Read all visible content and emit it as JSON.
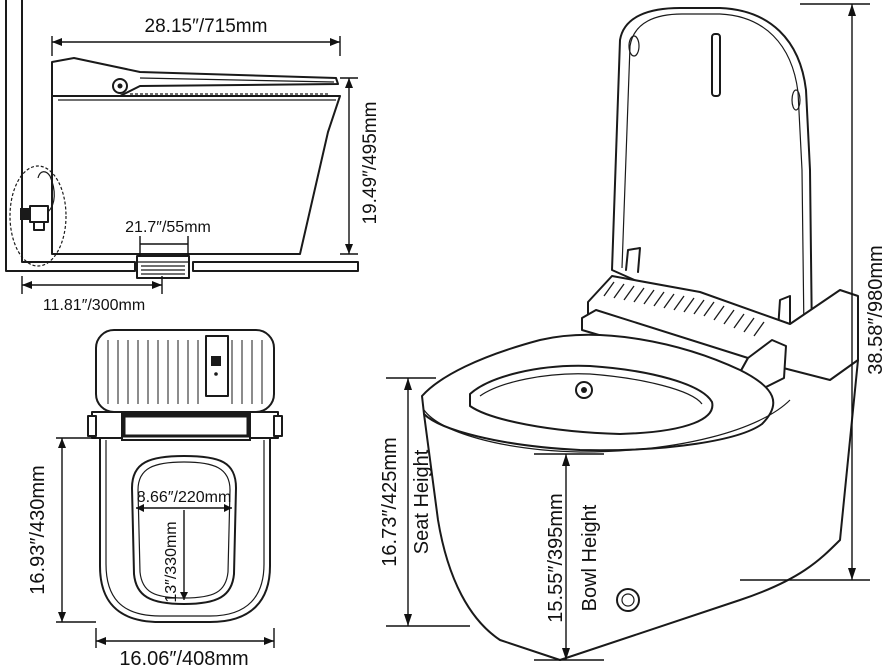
{
  "side_view": {
    "length_label": "28.15″/715mm",
    "height_label": "19.49″/495mm",
    "outlet_label": "21.7″/55mm",
    "rough_in_label": "11.81″/300mm"
  },
  "top_view": {
    "seat_depth_label": "16.93″/430mm",
    "opening_width_label": "8.66″/220mm",
    "opening_depth_label": "13″/330mm",
    "width_label": "16.06″/408mm"
  },
  "perspective_view": {
    "total_height_label": "38.58″/980mm",
    "seat_height_value_label": "16.73″/425mm",
    "seat_height_caption": "Seat Height",
    "bowl_height_value_label": "15.55″/395mm",
    "bowl_height_caption": "Bowl Height"
  }
}
